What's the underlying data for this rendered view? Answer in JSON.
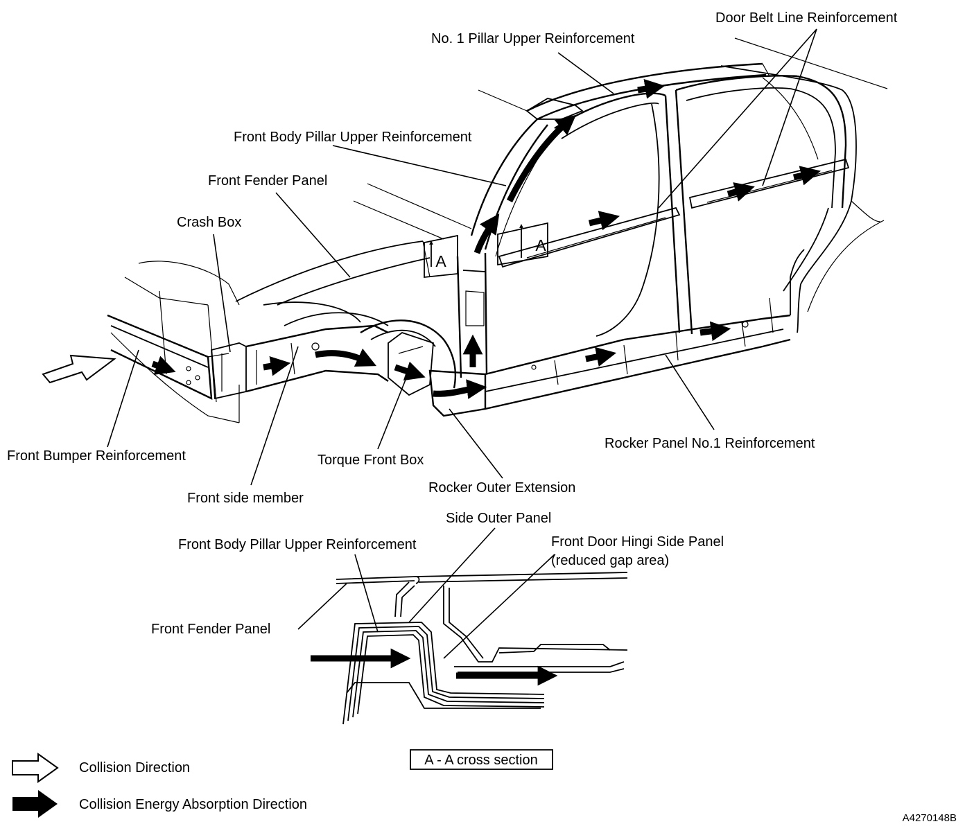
{
  "labels": {
    "door_belt_line_reinforcement": "Door Belt Line Reinforcement",
    "no1_pillar_upper_reinforcement": "No. 1 Pillar Upper Reinforcement",
    "front_body_pillar_upper_reinforcement": "Front Body Pillar Upper Reinforcement",
    "front_fender_panel": "Front Fender Panel",
    "crash_box": "Crash Box",
    "front_bumper_reinforcement": "Front Bumper Reinforcement",
    "front_side_member": "Front side member",
    "torque_front_box": "Torque Front Box",
    "rocker_outer_extension": "Rocker Outer Extension",
    "rocker_panel_no1_reinforcement": "Rocker Panel No.1 Reinforcement",
    "section_marker": "A"
  },
  "cross_section": {
    "side_outer_panel": "Side Outer Panel",
    "front_body_pillar_upper_reinforcement": "Front Body Pillar Upper Reinforcement",
    "front_door_hinge_side_panel": "Front Door Hingi Side Panel",
    "reduced_gap_area": "(reduced gap area)",
    "front_fender_panel": "Front Fender Panel",
    "title": "A - A cross section"
  },
  "legend": {
    "collision_direction": "Collision Direction",
    "energy_absorption_direction": "Collision Energy Absorption Direction"
  },
  "figure_code": "A4270148B"
}
